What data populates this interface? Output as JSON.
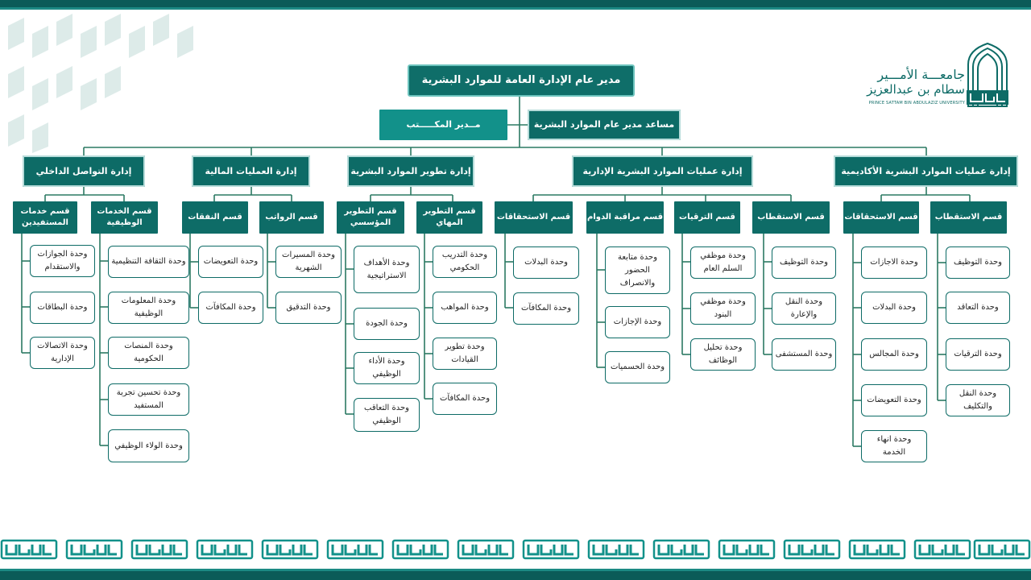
{
  "logo": {
    "name_line1": "جامعـــة الأمـــير",
    "name_line2": "سطام بن عبدالعزيز",
    "name_en": "PRINCE SATTAM BIN ABDULAZIZ UNIVERSITY"
  },
  "director": "مدير عام الإدارة العامة للموارد البشرية",
  "assistant": "مساعد مدير عام الموارد البشرية",
  "office_manager": "مــدير المكـــــتب",
  "admins": {
    "academic": "إدارة  عمليات الموارد البشرية الأكاديمية",
    "administrative": "إدارة عمليات الموارد البشرية الإدارية",
    "development": "إدارة تطوير الموارد البشرية",
    "financial": "إدارة العمليات المالية",
    "communication": "إدارة التواصل الداخلي"
  },
  "sections": {
    "ac_recruit": "قسم الاستقطاب",
    "ac_entitle": "قسم الاستحقاقات",
    "ad_recruit": "قسم الاستقطاب",
    "ad_promo": "قسم الترقيات",
    "ad_attend": "قسم مراقبة الدوام",
    "ad_entitle": "قسم الاستحقاقات",
    "dev_prof": "قسم التطوير المهاي",
    "dev_inst": "قسم التطوير المؤسسي",
    "fin_salary": "قسم الرواتب",
    "fin_expense": "قسم النفقات",
    "com_services": "قسم الخدمات الوظيفية",
    "com_beneficiary": "قسم خدمات المستفيدين"
  },
  "units": {
    "ac_recruit": [
      "وحدة التوظيف",
      "وحدة التعاقد",
      "وحدة الترقيات",
      "وحدة النقل والتكليف"
    ],
    "ac_entitle": [
      "وحدة الاجازات",
      "وحدة البدلات",
      "وحدة المجالس",
      "وحدة التعويضات",
      "وحدة انهاء الخدمة"
    ],
    "ad_recruit": [
      "وحدة التوظيف",
      "وحدة النقل والإعارة",
      "وحدة المستشفى"
    ],
    "ad_promo": [
      "وحدة موظفي السلم العام",
      "وحدة موظفي البنود",
      "وحدة تحليل الوظائف"
    ],
    "ad_attend": [
      "وحدة متابعة الحضور والانصراف",
      "وحدة الإجازات",
      "وحدة الحسميات"
    ],
    "ad_entitle": [
      "وحدة البدلات",
      "وحدة المكافآت"
    ],
    "dev_prof": [
      "وحدة التدريب الحكومي",
      "وحدة  المواهب",
      "وحدة تطوير القيادات",
      "وحدة المكافآت"
    ],
    "dev_inst": [
      "وحدة الأهداف الاستراتيجية",
      "وحدة الجودة",
      "وحدة الأداء الوظيفي",
      "وحدة التعاقب الوظيفي"
    ],
    "fin_salary": [
      "وحدة المسيرات الشهرية",
      "وحدة التدقيق"
    ],
    "fin_expense": [
      "وحدة التعويضات",
      "وحدة المكافآت"
    ],
    "com_services": [
      "وحدة الثقافة التنظيمية",
      "وحدة المعلومات الوظيفية",
      "وحدة المنصات الحكومية",
      "وحدة تحسين تجربة المستفيد",
      "وحدة الولاء الوظيفي"
    ],
    "com_beneficiary": [
      "وحدة الجوازات والاستقدام",
      "وحدة البطاقات",
      "وحدة الاتصالات الإدارية"
    ]
  },
  "footer_stamp_text": "سطام",
  "colors": {
    "primary": "#0d6b66",
    "accent": "#12918a",
    "line": "#2c7a63"
  }
}
